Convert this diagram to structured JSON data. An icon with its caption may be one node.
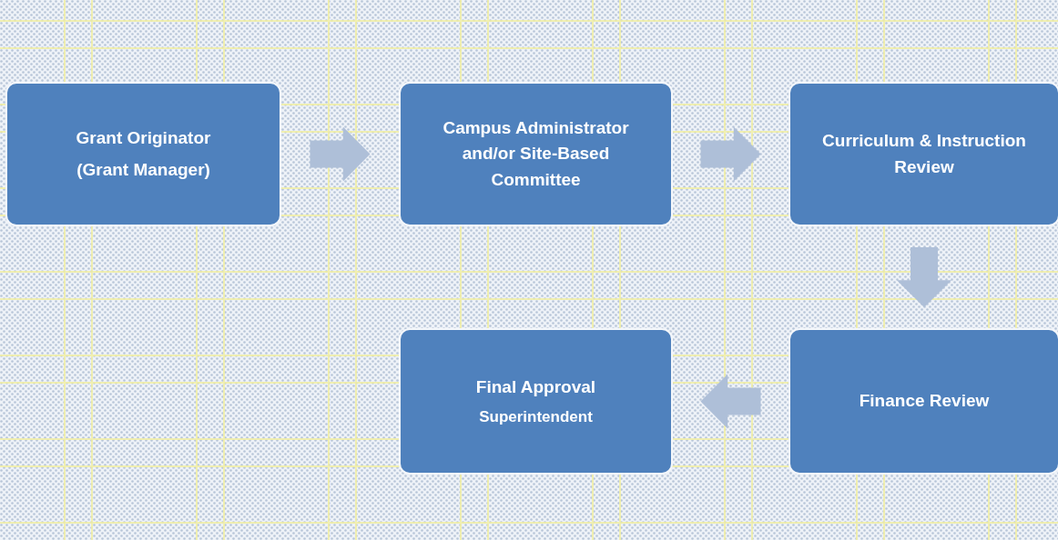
{
  "diagram": {
    "nodes": [
      {
        "text": [
          "Grant Originator",
          "(Grant Manager)"
        ]
      },
      {
        "text": [
          "Campus Administrator and/or Site-Based Committee"
        ]
      },
      {
        "text": [
          "Curriculum & Instruction Review"
        ]
      },
      {
        "text": [
          "Finance Review"
        ]
      },
      {
        "text": [
          "Final Approval",
          "Superintendent"
        ]
      }
    ],
    "edges": [
      {
        "from": 0,
        "to": 1,
        "arrow": "to"
      },
      {
        "from": 1,
        "to": 2,
        "arrow": "to"
      },
      {
        "from": 2,
        "to": 3,
        "arrow": "to"
      },
      {
        "from": 3,
        "to": 4,
        "arrow": "to"
      }
    ]
  }
}
